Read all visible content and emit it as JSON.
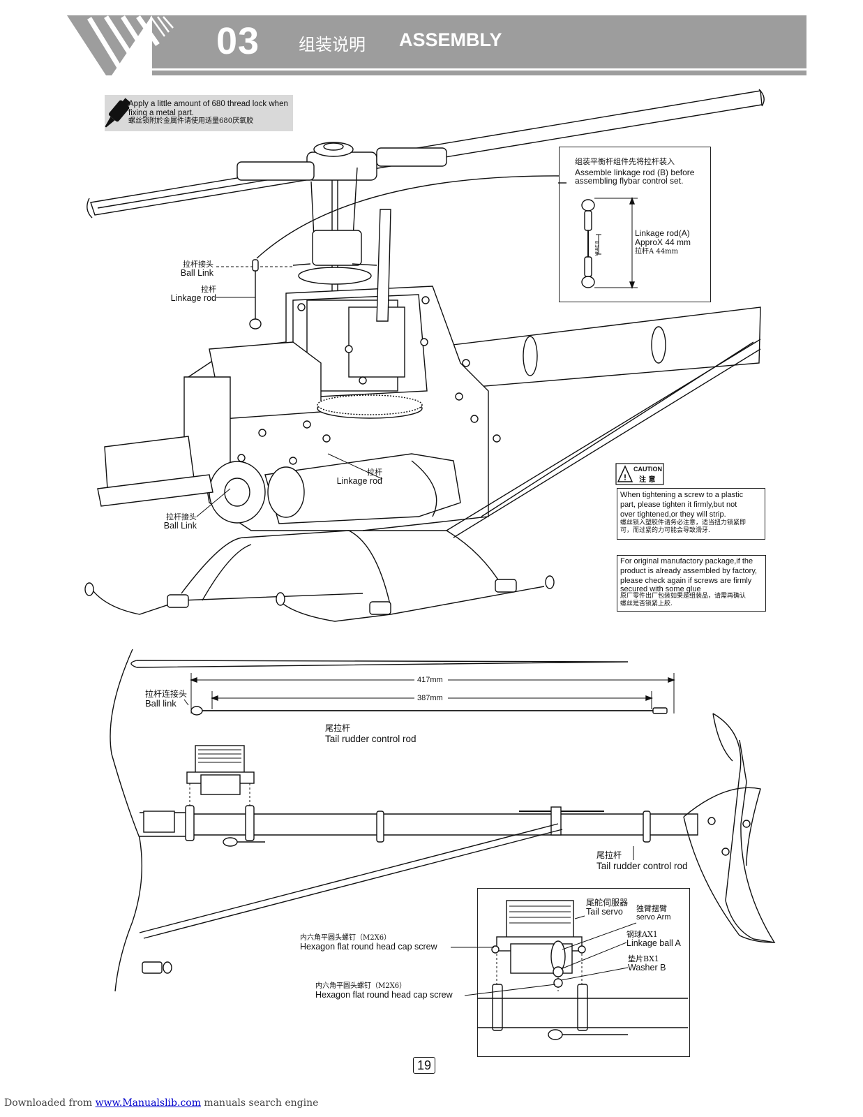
{
  "header": {
    "section_number": "03",
    "title_cn": "组装说明",
    "title_en": "ASSEMBLY"
  },
  "tip": {
    "line1": "Apply a little amount of 680 thread lock when",
    "line2": "fixing a metal part.",
    "line_cn": "螺丝锁附於金属件请使用适量680厌氧胶"
  },
  "flybar_box": {
    "title_cn": "组装平衡杆组件先将拉杆装入",
    "title_en_1": "Assemble linkage rod (B) before",
    "title_en_2": "assembling flybar control set.",
    "dim_small": "8.3mm",
    "rod_label_1": "Linkage rod(A)",
    "rod_label_2": "ApproX 44 mm",
    "rod_label_cn": "拉杆A 44mm"
  },
  "callouts_top": {
    "ball_link_1_cn": "拉杆接头",
    "ball_link_1_en": "Ball Link",
    "linkage_rod_1_cn": "拉杆",
    "linkage_rod_1_en": "Linkage rod",
    "linkage_rod_2_cn": "拉杆",
    "linkage_rod_2_en": "Linkage rod",
    "ball_link_2_cn": "拉杆接头",
    "ball_link_2_en": "Ball Link"
  },
  "caution": {
    "badge_en": "CAUTION",
    "badge_cn": "注 意",
    "text_en_1": "When tightening a screw to a plastic",
    "text_en_2": "part, please tighten it firmly,but not",
    "text_en_3": "over tightened,or they will strip.",
    "text_cn_1": "螺丝锁入塑胶件请务必注意，适当扭力锁紧即",
    "text_cn_2": "可，而过紧的力可能会导致滑牙."
  },
  "factory_note": {
    "text_en_1": "For original manufactory package,if the",
    "text_en_2": "product is already assembled by factory,",
    "text_en_3": "please check again if screws are firmly",
    "text_en_4": "secured with some glue",
    "text_cn_1": "原厂零件出厂包装如果是组装品，请需再确认",
    "text_cn_2": "螺丝是否锁紧上胶."
  },
  "tail_section": {
    "dim_417": "417mm",
    "dim_387": "387mm",
    "ball_link_cn": "拉杆连接头",
    "ball_link_en": "Ball link",
    "rod_top_cn": "尾拉杆",
    "rod_top_en": "Tail rudder control rod",
    "rod_right_cn": "尾拉杆",
    "rod_right_en": "Tail rudder control rod"
  },
  "servo_detail": {
    "tail_servo_cn": "尾舵伺服器",
    "tail_servo_en": "Tail servo",
    "servo_arm_cn": "独臂摆臂",
    "servo_arm_en": "servo Arm",
    "ball_cn": "钢球AX1",
    "ball_en": "Linkage ball A",
    "washer_cn": "垫片BX1",
    "washer_en": "Washer B",
    "screw1_cn": "内六角平圆头螺钉（M2X6）",
    "screw1_en": "Hexagon flat round head cap screw",
    "screw2_cn": "内六角平圆头螺钉（M2X6）",
    "screw2_en": "Hexagon flat round head cap screw"
  },
  "page_number": "19",
  "footer": {
    "prefix": "Downloaded from",
    "link": "www.Manualslib.com",
    "suffix": " manuals search engine"
  }
}
